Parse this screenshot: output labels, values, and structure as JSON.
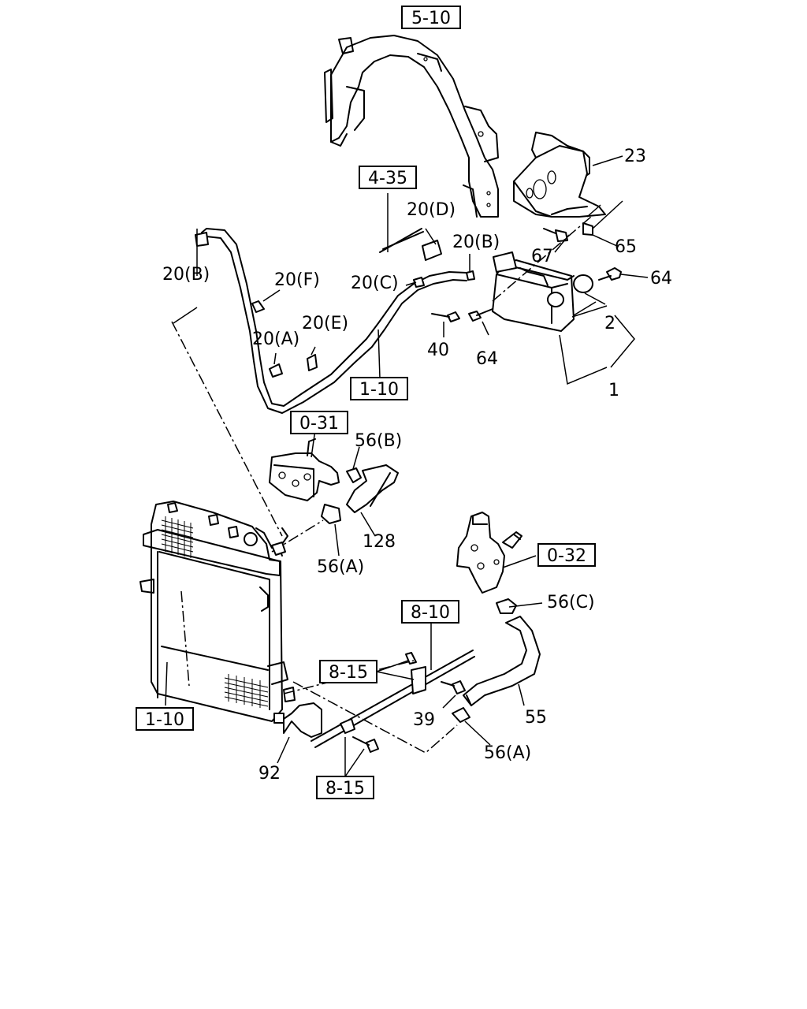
{
  "diagram": {
    "references": [
      "5-10",
      "4-35",
      "1-10",
      "0-31",
      "0-32",
      "8-10",
      "8-15",
      "1-10",
      "8-15"
    ],
    "parts": [
      "23",
      "65",
      "67",
      "64",
      "20(D)",
      "20(B)",
      "20(B)",
      "20(F)",
      "20(C)",
      "20(E)",
      "20(A)",
      "40",
      "64",
      "2",
      "1",
      "56(B)",
      "128",
      "56(A)",
      "56(C)",
      "55",
      "39",
      "56(A)",
      "92"
    ]
  }
}
